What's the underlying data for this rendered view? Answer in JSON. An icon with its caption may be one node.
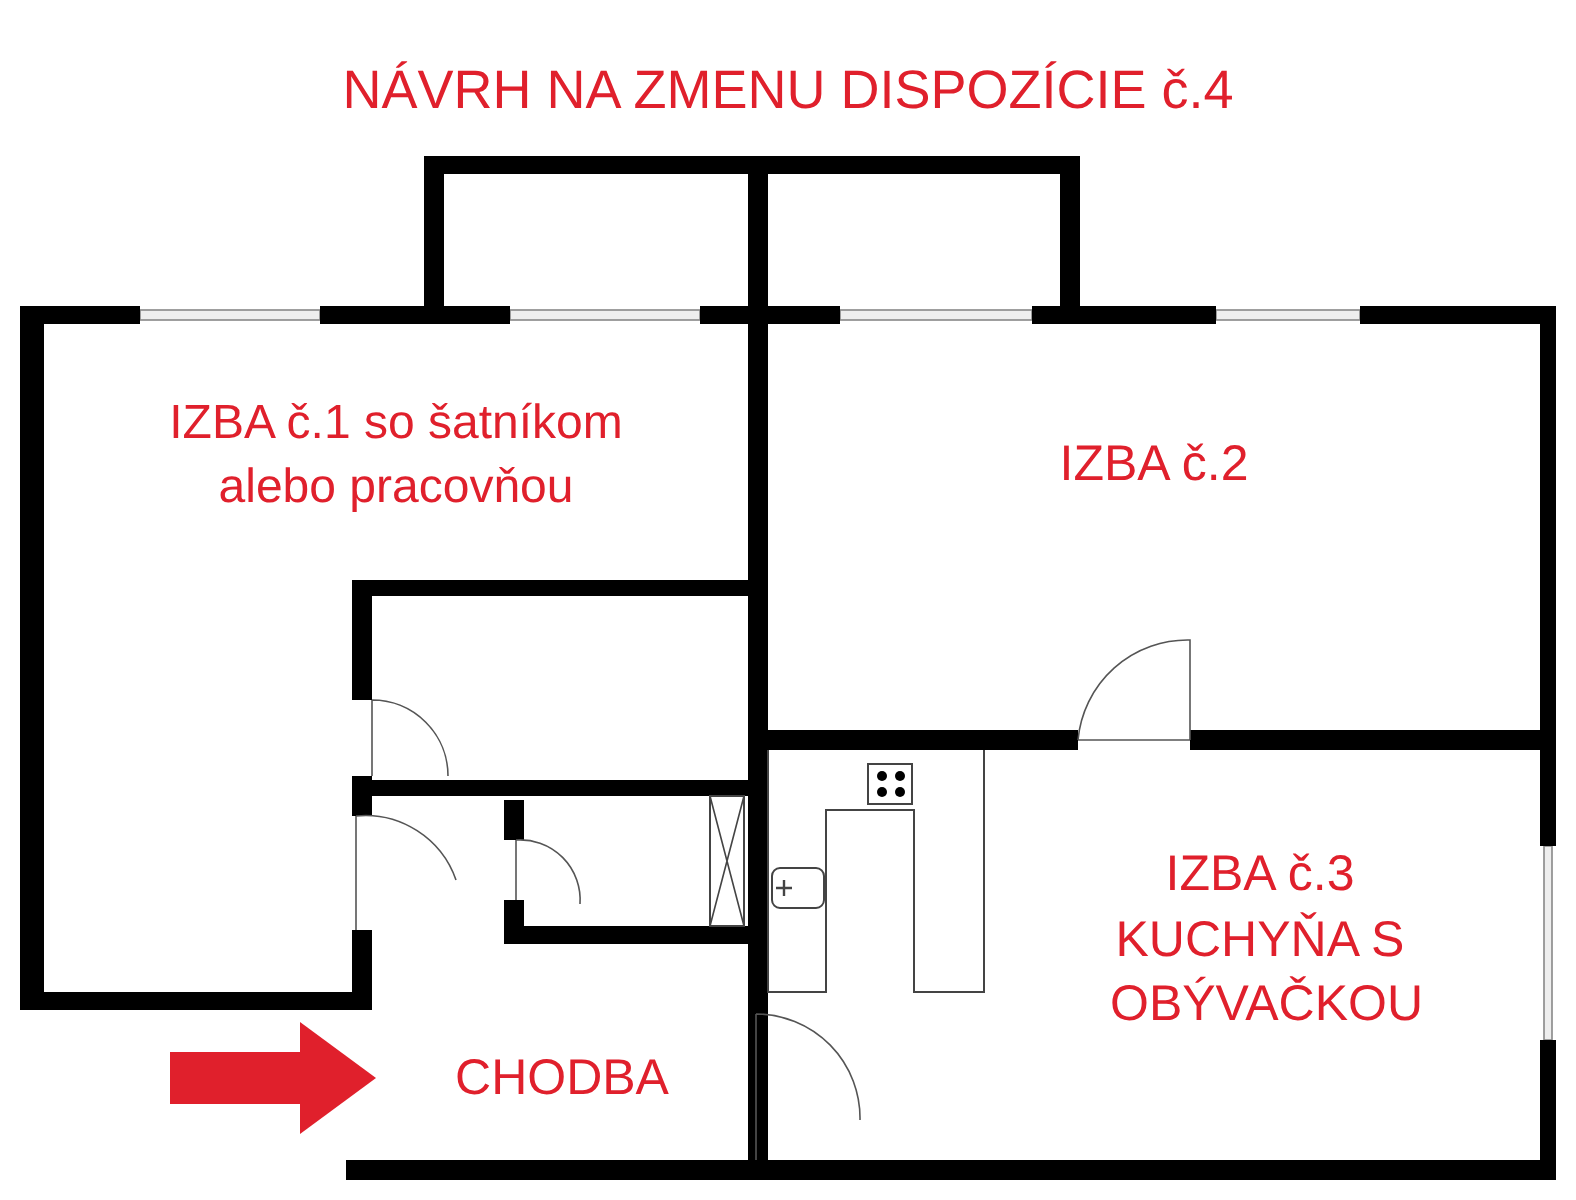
{
  "diagram": {
    "title": "NÁVRH NA ZMENU DISPOZÍCIE č.4",
    "nodes": [
      {
        "text": [
          "IZBA č.1 so šatníkom alebo pracovňou"
        ]
      },
      {
        "text": [
          "IZBA č.2"
        ]
      },
      {
        "text": [
          "IZBA č.3 KUCHYŇA S OBÝVAČKOU"
        ]
      },
      {
        "text": [
          "CHODBA"
        ]
      }
    ],
    "edges": [
      {
        "from": null,
        "to": 3,
        "arrow": "to"
      }
    ]
  }
}
